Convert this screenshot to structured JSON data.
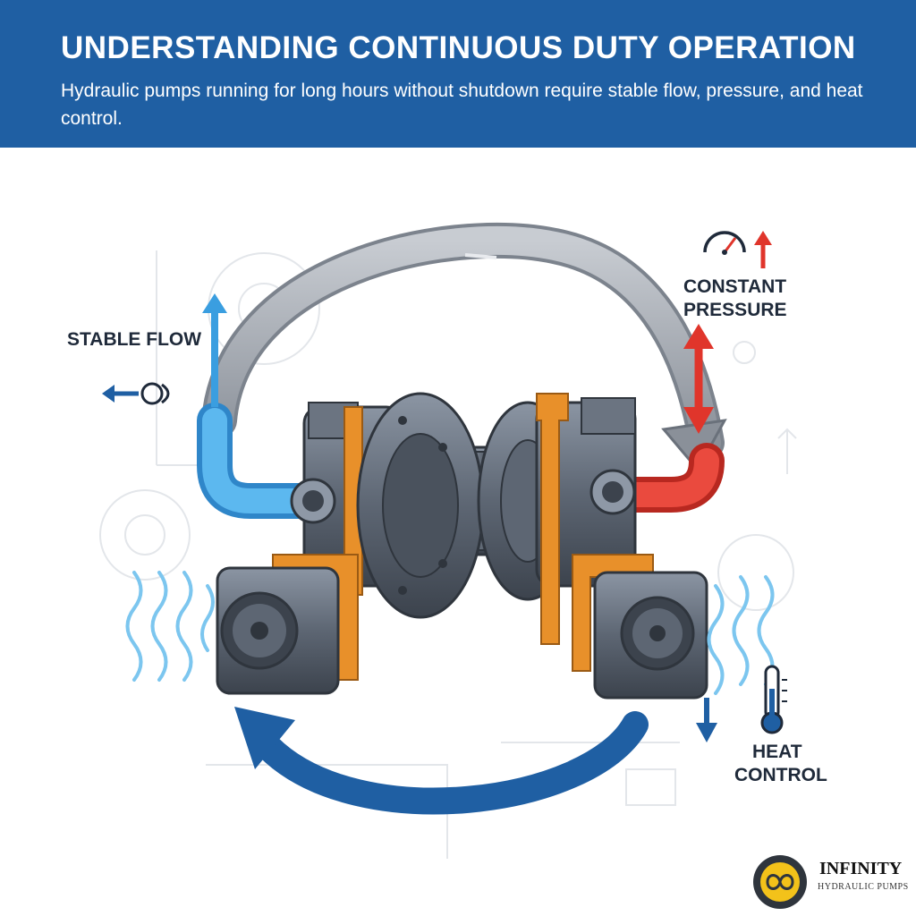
{
  "header": {
    "title": "UNDERSTANDING CONTINUOUS DUTY OPERATION",
    "subtitle": "Hydraulic pumps running for long hours without shutdown require stable flow, pressure, and heat control."
  },
  "labels": {
    "stable_flow": "STABLE FLOW",
    "constant_pressure_line1": "CONSTANT",
    "constant_pressure_line2": "PRESSURE",
    "heat_control_line1": "HEAT",
    "heat_control_line2": "CONTROL"
  },
  "brand": {
    "name": "INFINITY",
    "tagline": "HYDRAULIC PUMPS"
  },
  "colors": {
    "header_bg": "#1f5fa3",
    "flow_blue": "#3a9ee0",
    "pressure_red": "#e0352b",
    "return_blue": "#1f5fa3",
    "body_steel": "#5d6673",
    "gasket_orange": "#e8902a"
  }
}
